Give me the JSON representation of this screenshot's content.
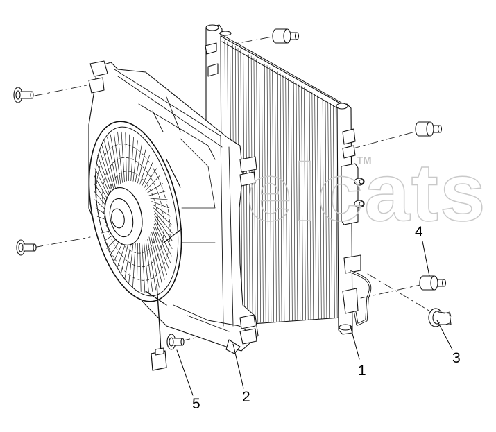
{
  "diagram": {
    "callouts": [
      {
        "id": "1",
        "text": "1"
      },
      {
        "id": "2",
        "text": "2"
      },
      {
        "id": "3",
        "text": "3"
      },
      {
        "id": "4",
        "text": "4"
      },
      {
        "id": "5",
        "text": "5"
      }
    ],
    "watermark": {
      "text": "elcats",
      "mark": "TM"
    },
    "colors": {
      "line": "#111111",
      "watermark": "#c9c9c9",
      "background": "#ffffff"
    }
  }
}
